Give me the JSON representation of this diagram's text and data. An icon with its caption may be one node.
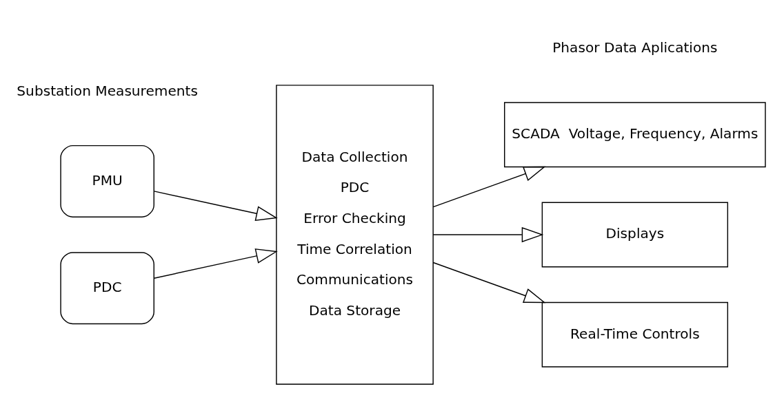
{
  "diagram": {
    "nodes": [
      {
        "text": [
          "PMU"
        ]
      },
      {
        "text": [
          "PDC"
        ]
      },
      {
        "text": [
          "Data Collection",
          "PDC",
          "Error Checking",
          "Time Correlation",
          "Communications",
          "Data Storage"
        ]
      },
      {
        "text": [
          "SCADA  Voltage, Frequency, Alarms"
        ]
      },
      {
        "text": [
          "Displays"
        ]
      },
      {
        "text": [
          "Real-Time Controls"
        ]
      }
    ],
    "edges": [
      {
        "from": 0,
        "to": 2,
        "arrow": "to"
      },
      {
        "from": 1,
        "to": 2,
        "arrow": "to"
      },
      {
        "from": 2,
        "to": 3,
        "arrow": "to"
      },
      {
        "from": 2,
        "to": 4,
        "arrow": "to"
      },
      {
        "from": 2,
        "to": 5,
        "arrow": "to"
      }
    ],
    "labels": [
      "Substation Measurements",
      "Phasor Data Aplications"
    ]
  }
}
